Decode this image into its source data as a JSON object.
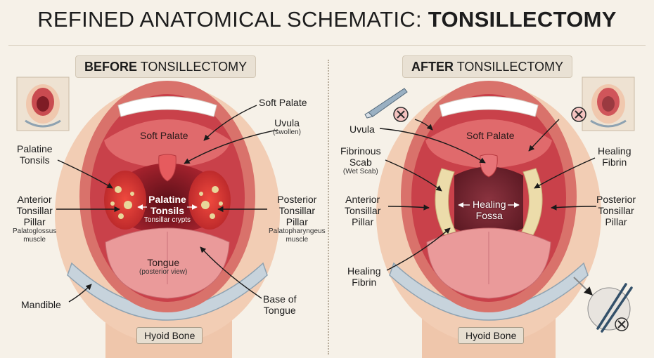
{
  "title": {
    "light": "REFINED ANATOMICAL SCHEMATIC:",
    "bold": "TONSILLECTOMY"
  },
  "before": {
    "heading_bold": "BEFORE",
    "heading_rest": "TONSILLECTOMY",
    "soft_palate_inside": "Soft Palate",
    "soft_palate": "Soft Palate",
    "uvula": "Uvula",
    "uvula_sub": "(swollen)",
    "palatine_tonsils_l1": "Palatine",
    "palatine_tonsils_l2": "Tonsils",
    "center_l1": "Palatine",
    "center_l2": "Tonsils",
    "center_sub": "Tonsillar crypts",
    "anterior_l1": "Anterior",
    "anterior_l2": "Tonsillar",
    "anterior_l3": "Pillar",
    "anterior_sub1": "Palatoglossus",
    "anterior_sub2": "muscle",
    "posterior_l1": "Posterior",
    "posterior_l2": "Tonsillar",
    "posterior_l3": "Pillar",
    "posterior_sub1": "Palatopharyngeus",
    "posterior_sub2": "muscle",
    "tongue": "Tongue",
    "tongue_sub": "(posterior view)",
    "mandible": "Mandible",
    "base_l1": "Base of",
    "base_l2": "Tongue",
    "hyoid": "Hyoid Bone"
  },
  "after": {
    "heading_bold": "AFTER",
    "heading_rest": "TONSILLECTOMY",
    "uvula": "Uvula",
    "soft_palate_inside": "Soft Palate",
    "fib_l1": "Fibrinous",
    "fib_l2": "Scab",
    "fib_sub": "(Wet Scab)",
    "healing_r_l1": "Healing",
    "healing_r_l2": "Fibrin",
    "anterior_l1": "Anterior",
    "anterior_l2": "Tonsillar",
    "anterior_l3": "Pillar",
    "fossa_l1": "Healing",
    "fossa_l2": "Fossa",
    "posterior_l1": "Posterior",
    "posterior_l2": "Tonsillar",
    "posterior_l3": "Pillar",
    "healing_b_l1": "Healing",
    "healing_b_l2": "Fibrin",
    "hyoid": "Hyoid Bone"
  },
  "colors": {
    "background": "#f6f1e8",
    "skin": "#f2cdb4",
    "lip": "#d9726b",
    "mouth_interior": "#c9414a",
    "throat": "#8e1f2a",
    "tongue": "#ea9a9a",
    "tonsil_inflamed": "#d63a3a",
    "crypt_pus": "#e8d79a",
    "fibrin": "#ecdcaa",
    "fossa": "#7e2a35",
    "bone": "#c7d3dc"
  },
  "icons": [
    "scalpel-icon",
    "forceps-icon",
    "cancel-x-icon",
    "mouth-thumbnail-icon"
  ]
}
